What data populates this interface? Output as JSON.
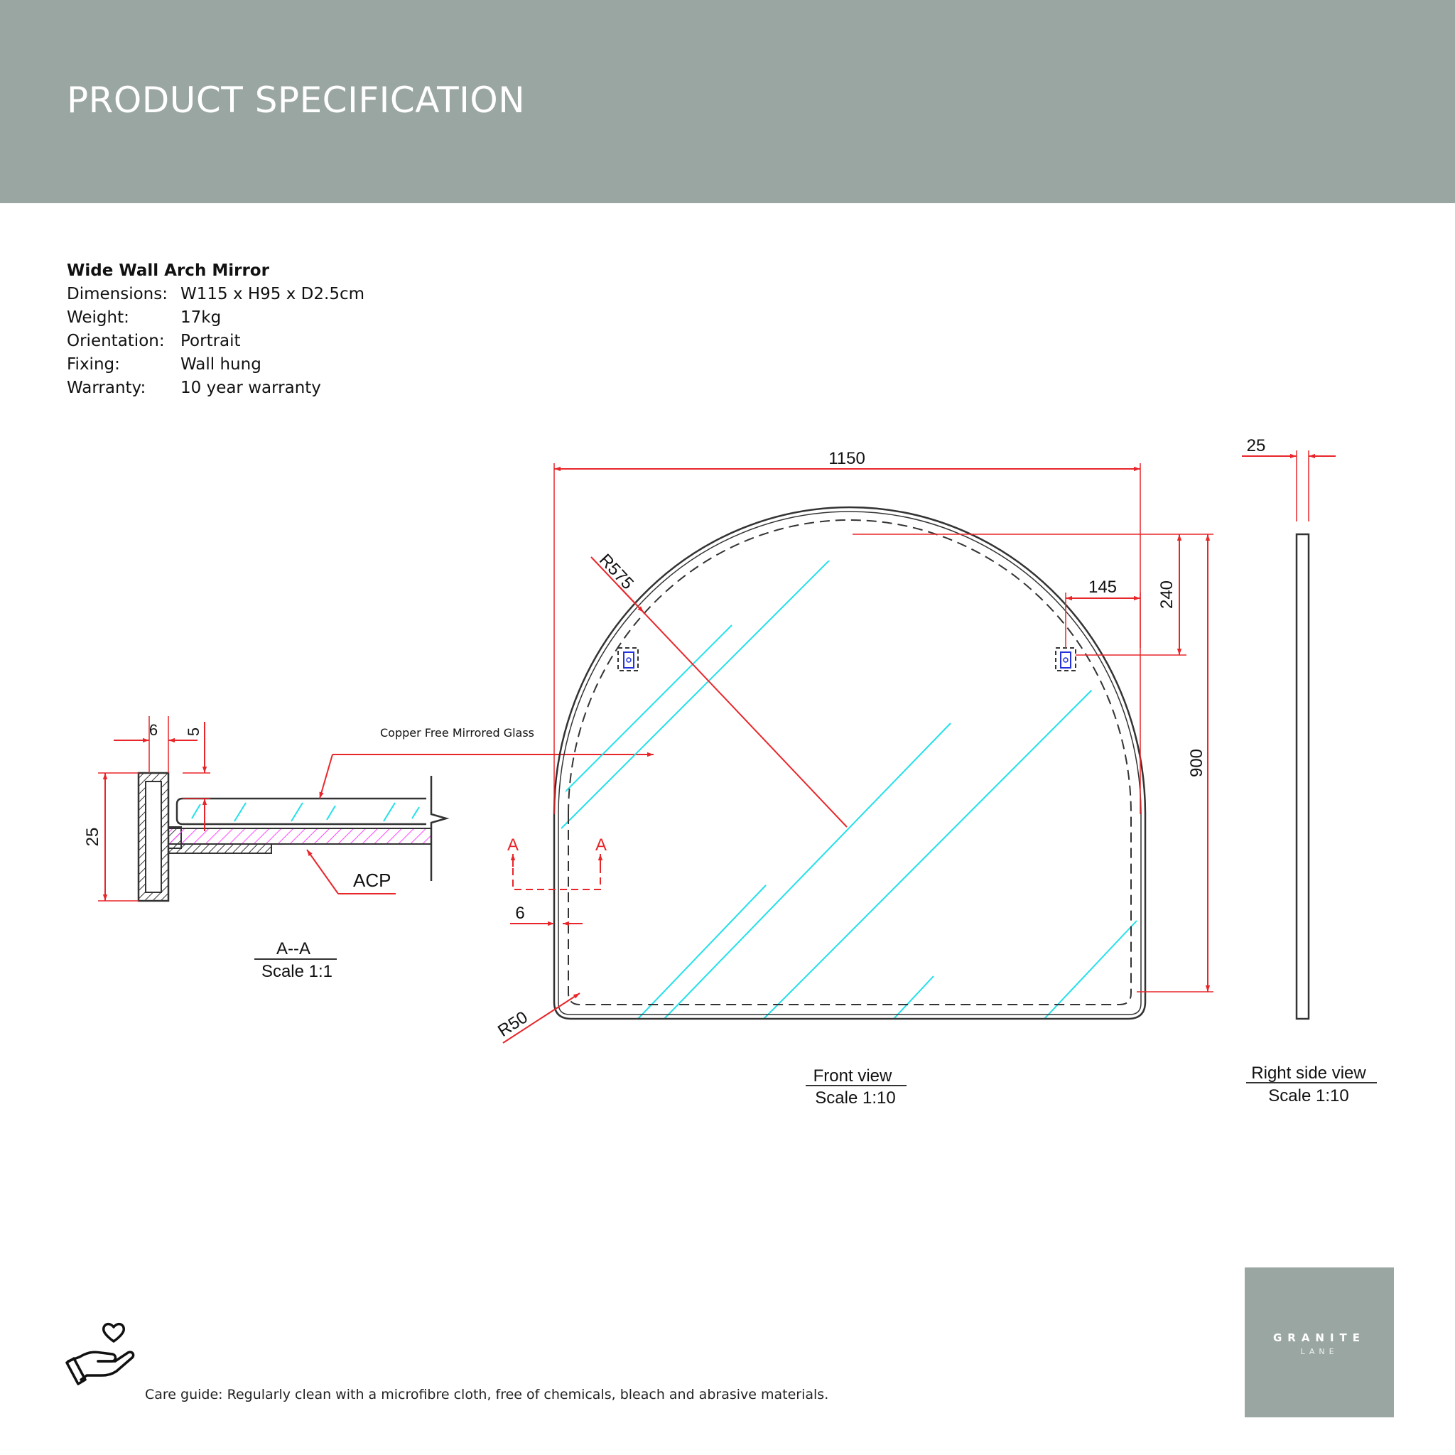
{
  "header": {
    "title": "PRODUCT SPECIFICATION"
  },
  "product": {
    "name": "Wide Wall Arch Mirror",
    "specs": [
      {
        "label": "Dimensions:",
        "value": "W115 x H95 x D2.5cm"
      },
      {
        "label": "Weight:",
        "value": "17kg"
      },
      {
        "label": "Orientation:",
        "value": "Portrait"
      },
      {
        "label": "Fixing:",
        "value": "Wall hung"
      },
      {
        "label": "Warranty:",
        "value": "10 year warranty"
      }
    ]
  },
  "drawing": {
    "section": {
      "dim_top_width": "6",
      "dim_top_height": "5",
      "dim_height": "25",
      "glass_label": "Copper Free Mirrored Glass",
      "acp_label": "ACP",
      "title": "A--A",
      "scale": "Scale 1:1"
    },
    "front": {
      "dim_width": "1150",
      "dim_radius": "R575",
      "dim_bracket_offset": "145",
      "dim_bracket_height": "240",
      "dim_height": "900",
      "dim_edge": "6",
      "dim_corner_radius": "R50",
      "section_marker": "A",
      "title": "Front view",
      "scale": "Scale 1:10"
    },
    "side": {
      "dim_depth": "25",
      "title": "Right side view",
      "scale": "Scale 1:10"
    }
  },
  "footer": {
    "care_guide": "Care guide:  Regularly clean with a microfibre cloth, free of chemicals, bleach and abrasive materials."
  },
  "logo": {
    "main": "GRANITE",
    "sub": "LANE"
  },
  "colors": {
    "header_bg": "#9aa6a2",
    "dimension_red": "#e8262a",
    "glass_cyan": "#22e0ea",
    "acp_magenta": "#ff44ff"
  }
}
